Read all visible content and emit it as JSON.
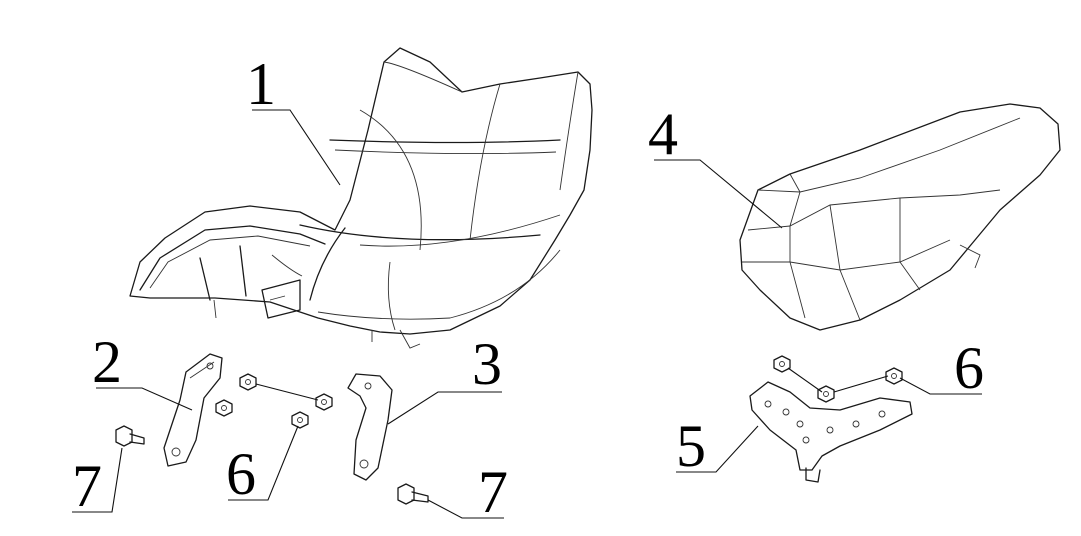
{
  "callouts": [
    {
      "id": "c1",
      "label": "1"
    },
    {
      "id": "c2",
      "label": "2"
    },
    {
      "id": "c3",
      "label": "3"
    },
    {
      "id": "c4",
      "label": "4"
    },
    {
      "id": "c5",
      "label": "5"
    },
    {
      "id": "c6a",
      "label": "6"
    },
    {
      "id": "c6b",
      "label": "6"
    },
    {
      "id": "c7a",
      "label": "7"
    },
    {
      "id": "c7b",
      "label": "7"
    }
  ],
  "colors": {
    "line": "#1a1a1a",
    "background": "#ffffff"
  }
}
